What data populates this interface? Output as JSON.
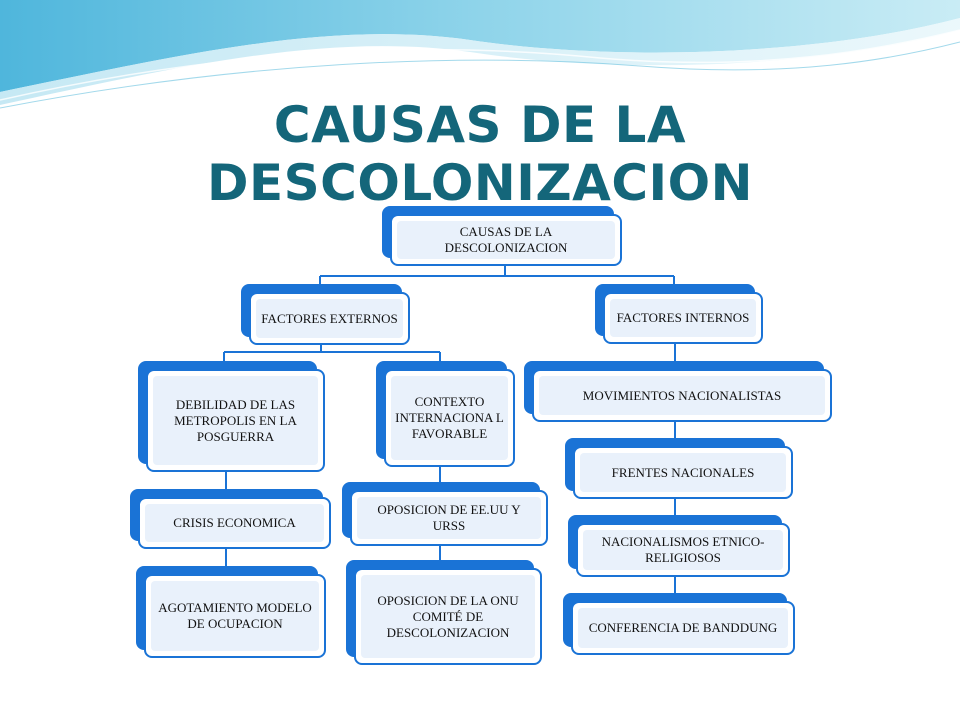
{
  "slide": {
    "title": "CAUSAS DE LA DESCOLONIZACION"
  },
  "diagram": {
    "root": "CAUSAS DE LA DESCOLONIZACION",
    "factores_externos": "FACTORES EXTERNOS",
    "factores_internos": "FACTORES INTERNOS",
    "debilidad": "DEBILIDAD DE LAS METROPOLIS EN LA POSGUERRA",
    "crisis": "CRISIS ECONOMICA",
    "agotamiento": "AGOTAMIENTO MODELO DE OCUPACION",
    "contexto": "CONTEXTO INTERNACIONA L FAVORABLE",
    "oposicion_eeuu": "OPOSICION DE EE.UU Y URSS",
    "oposicion_onu": "OPOSICION DE LA ONU COMITÉ DE DESCOLONIZACION",
    "movimientos": "MOVIMIENTOS NACIONALISTAS",
    "frentes": "FRENTES NACIONALES",
    "nacionalismos": "NACIONALISMOS ETNICO-RELIGIOSOS",
    "conferencia": "CONFERENCIA DE BANDDUNG"
  },
  "colors": {
    "title": "#14667a",
    "box_border": "#1a73d6",
    "box_fill": "#e9f1fb",
    "connector": "#1a73d6"
  }
}
